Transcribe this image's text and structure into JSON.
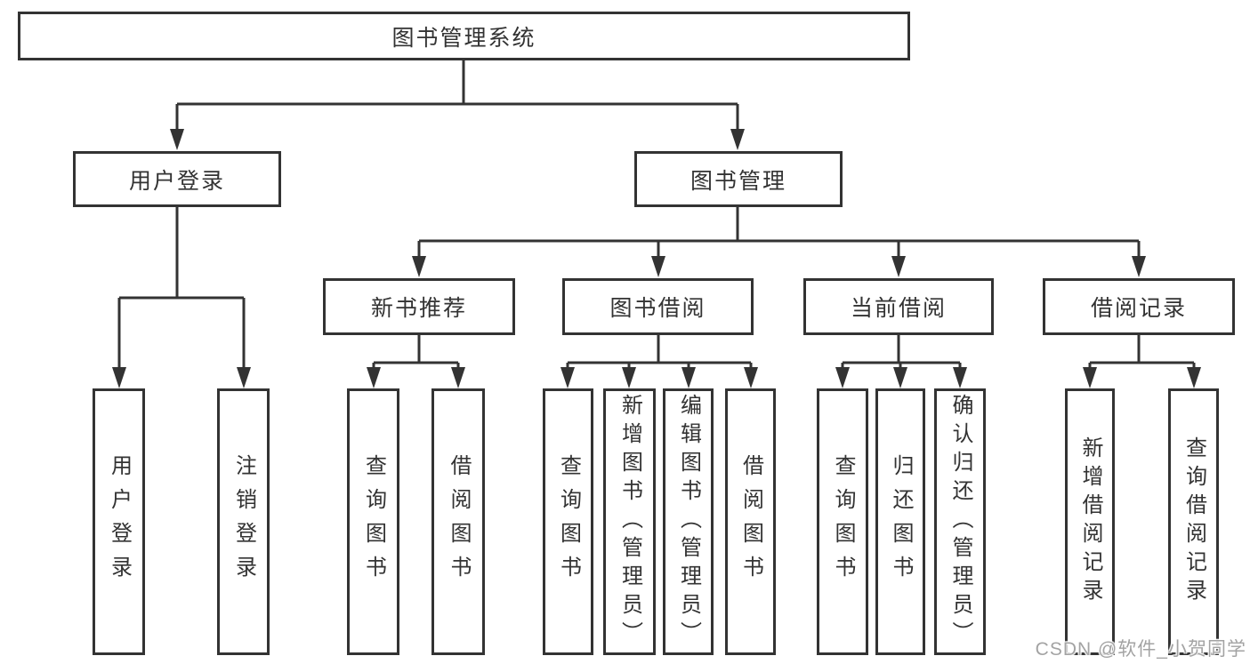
{
  "diagram": {
    "root": {
      "label": "图书管理系统"
    },
    "login_branch": {
      "label": "用户登录",
      "leaves": [
        {
          "label": "用户登录"
        },
        {
          "label": "注销登录"
        }
      ]
    },
    "management_branch": {
      "label": "图书管理",
      "groups": [
        {
          "label": "新书推荐",
          "leaves": [
            {
              "label": "查询图书"
            },
            {
              "label": "借阅图书"
            }
          ]
        },
        {
          "label": "图书借阅",
          "leaves": [
            {
              "label": "查询图书"
            },
            {
              "label": "新增图书（管理员）"
            },
            {
              "label": "编辑图书（管理员）"
            },
            {
              "label": "借阅图书"
            }
          ]
        },
        {
          "label": "当前借阅",
          "leaves": [
            {
              "label": "查询图书"
            },
            {
              "label": "归还图书"
            },
            {
              "label": "确认归还（管理员）"
            }
          ]
        },
        {
          "label": "借阅记录",
          "leaves": [
            {
              "label": "新增借阅记录"
            },
            {
              "label": "查询借阅记录"
            }
          ]
        }
      ]
    }
  },
  "watermark": "CSDN @软件_小贺同学",
  "colors": {
    "line": "#333333",
    "box_border": "#333333",
    "text": "#333333",
    "background": "#ffffff",
    "watermark": "#a3a3a3"
  }
}
